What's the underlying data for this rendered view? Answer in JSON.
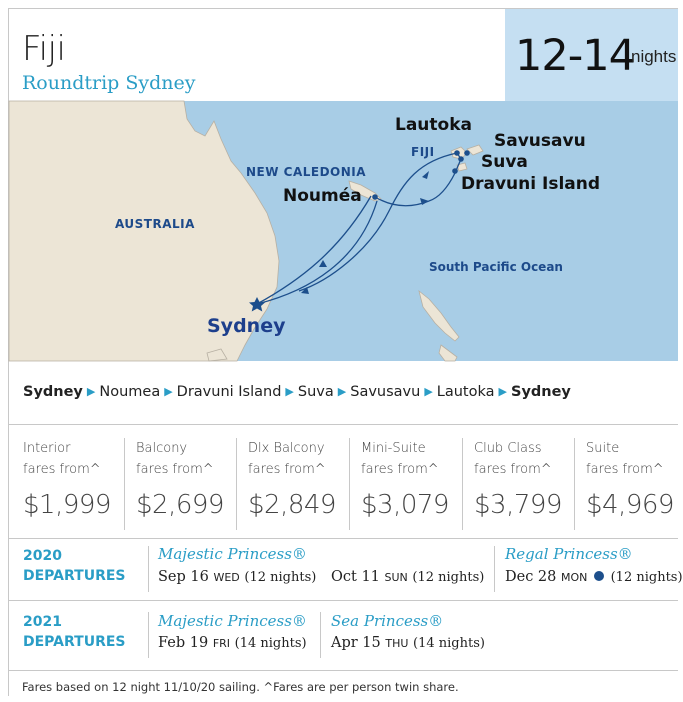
{
  "header": {
    "title": "Fiji",
    "subtitle": "Roundtrip Sydney",
    "nights": "12-14",
    "nights_word": "nights"
  },
  "map": {
    "ports": [
      "Lautoka",
      "Savusavu",
      "Suva",
      "Dravuni Island",
      "Nouméa"
    ],
    "home_port": "Sydney",
    "regions": [
      "FIJI",
      "NEW CALEDONIA",
      "AUSTRALIA"
    ],
    "ocean": "South Pacific Ocean",
    "colors": {
      "sea": "#a8cde6",
      "land": "#ece5d6",
      "route": "#1d4f8c"
    }
  },
  "itinerary": [
    "Sydney",
    "Noumea",
    "Dravuni Island",
    "Suva",
    "Savusavu",
    "Lautoka",
    "Sydney"
  ],
  "fares": [
    {
      "cat": "Interior",
      "from": "fares from^",
      "price": "$1,999"
    },
    {
      "cat": "Balcony",
      "from": "fares from^",
      "price": "$2,699"
    },
    {
      "cat": "Dlx Balcony",
      "from": "fares from^",
      "price": "$2,849"
    },
    {
      "cat": "Mini-Suite",
      "from": "fares from^",
      "price": "$3,079"
    },
    {
      "cat": "Club Class",
      "from": "fares from^",
      "price": "$3,799"
    },
    {
      "cat": "Suite",
      "from": "fares from^",
      "price": "$4,969"
    }
  ],
  "departures": [
    {
      "year": "2020",
      "label": "DEPARTURES",
      "ships": [
        {
          "name": "Majestic Princess®",
          "sailings": [
            {
              "date": "Sep 16",
              "dow": "WED",
              "nights": "(12 nights)"
            },
            {
              "date": "Oct 11",
              "dow": "SUN",
              "nights": "(12 nights)"
            }
          ]
        },
        {
          "name": "Regal Princess®",
          "sailings": [
            {
              "date": "Dec 28",
              "dow": "MON",
              "nights": "(12 nights)"
            }
          ]
        }
      ]
    },
    {
      "year": "2021",
      "label": "DEPARTURES",
      "ships": [
        {
          "name": "Majestic Princess®",
          "sailings": [
            {
              "date": "Feb 19",
              "dow": "FRI",
              "nights": "(14 nights)"
            }
          ]
        },
        {
          "name": "Sea Princess®",
          "sailings": [
            {
              "date": "Apr 15",
              "dow": "THU",
              "nights": "(14 nights)"
            }
          ]
        }
      ]
    }
  ],
  "footnote": "Fares based on 12 night 11/10/20 sailing. ^Fares are per person twin share."
}
